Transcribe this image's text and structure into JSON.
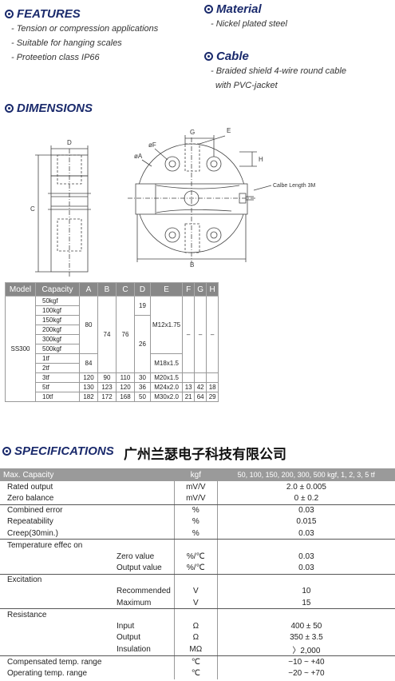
{
  "features": {
    "title": "FEATURES",
    "items": [
      "- Tension or compression applications",
      "- Suitable for hanging scales",
      "- Proteetion class IP66"
    ]
  },
  "material": {
    "title": "Material",
    "items": [
      "- Nickel plated steel"
    ]
  },
  "cable": {
    "title": "Cable",
    "items": [
      "- Braided shield 4-wire round cable",
      "with PVC-jacket"
    ]
  },
  "dimensions": {
    "title": "DIMENSIONS",
    "labels": {
      "d": "D",
      "c": "C",
      "g": "G",
      "e": "E",
      "h": "H",
      "f": "øF",
      "a": "øA",
      "b": "B",
      "cable": "Calbe Length 3M"
    }
  },
  "model_table": {
    "headers": [
      "Model",
      "Capacity",
      "A",
      "B",
      "C",
      "D",
      "E",
      "F",
      "G",
      "H"
    ],
    "model": "SS300",
    "capacities": [
      "50kgf",
      "100kgf",
      "150kgf",
      "200kgf",
      "300kgf",
      "500kgf",
      "1tf",
      "2tf",
      "3tf",
      "5tf",
      "10tf"
    ],
    "a_80": "80",
    "a_84": "84",
    "b_74": "74",
    "c_76": "76",
    "d_19": "19",
    "d_26": "26",
    "e_m12": "M12x1.75",
    "e_m18": "M18x1.5",
    "dash": "–",
    "row_3tf": [
      "120",
      "90",
      "110",
      "30",
      "M20x1.5"
    ],
    "row_5tf": [
      "130",
      "123",
      "120",
      "36",
      "M24x2.0",
      "13",
      "42",
      "18"
    ],
    "row_10tf": [
      "182",
      "172",
      "168",
      "50",
      "M30x2.0",
      "21",
      "64",
      "29"
    ]
  },
  "specifications": {
    "title": "SPECIFICATIONS",
    "company": "广州兰瑟电子科技有限公司",
    "header": [
      "Max. Capacity",
      "kgf",
      "50, 100, 150, 200, 300, 500 kgf, 1, 2, 3, 5 tf"
    ],
    "rows": [
      {
        "label": "Rated output",
        "sub": "",
        "unit": "mV/V",
        "value": "2.0 ± 0.005"
      },
      {
        "label": "Zero balance",
        "sub": "",
        "unit": "mV/V",
        "value": "0 ± 0.2"
      },
      {
        "label": "Combined error",
        "sub": "",
        "unit": "%",
        "value": "0.03"
      },
      {
        "label": "Repeatability",
        "sub": "",
        "unit": "%",
        "value": "0.015"
      },
      {
        "label": "Creep(30min.)",
        "sub": "",
        "unit": "%",
        "value": "0.03"
      },
      {
        "label": "Temperature effec on",
        "sub": "",
        "unit": "",
        "value": ""
      },
      {
        "label": "",
        "sub": "Zero value",
        "unit": "%/℃",
        "value": "0.03"
      },
      {
        "label": "",
        "sub": "Output value",
        "unit": "%/℃",
        "value": "0.03"
      },
      {
        "label": "Excitation",
        "sub": "",
        "unit": "",
        "value": ""
      },
      {
        "label": "",
        "sub": "Recommended",
        "unit": "V",
        "value": "10"
      },
      {
        "label": "",
        "sub": "Maximum",
        "unit": "V",
        "value": "15"
      },
      {
        "label": "Resistance",
        "sub": "",
        "unit": "",
        "value": ""
      },
      {
        "label": "",
        "sub": "Input",
        "unit": "Ω",
        "value": "400 ± 50"
      },
      {
        "label": "",
        "sub": "Output",
        "unit": "Ω",
        "value": "350 ± 3.5"
      },
      {
        "label": "",
        "sub": "Insulation",
        "unit": "MΩ",
        "value": "〉2,000"
      },
      {
        "label": "Compensated temp. range",
        "sub": "",
        "unit": "℃",
        "value": "−10 ~ +40"
      },
      {
        "label": "Operating temp. range",
        "sub": "",
        "unit": "℃",
        "value": "−20 ~ +70"
      }
    ]
  }
}
